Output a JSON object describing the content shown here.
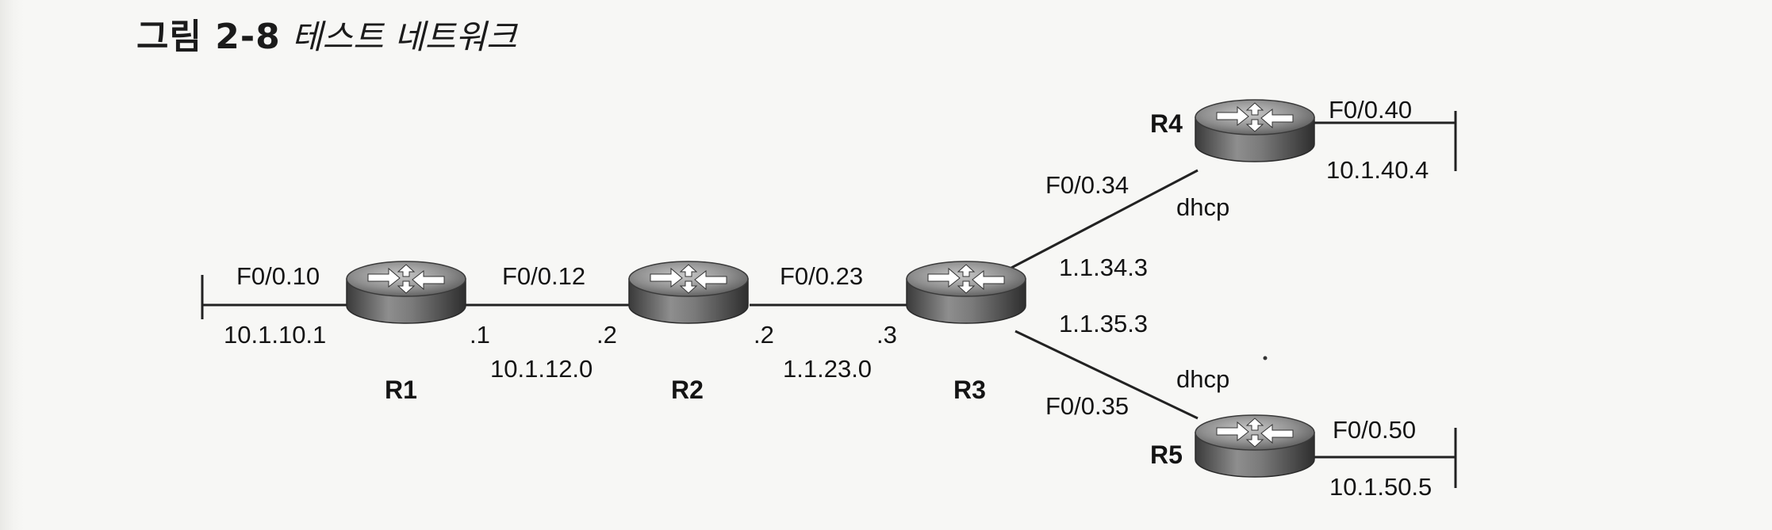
{
  "figure": {
    "number": "그림 2-8",
    "title": "테스트 네트워크"
  },
  "routers": {
    "r1": {
      "name": "R1",
      "if_outer": "F0/0.10",
      "net_outer": "10.1.10.1",
      "host_right": ".1"
    },
    "r2": {
      "name": "R2",
      "host_left": ".2",
      "host_right": ".2"
    },
    "r3": {
      "name": "R3",
      "host_left": ".3"
    },
    "r4": {
      "name": "R4",
      "if_outer": "F0/0.40",
      "net_outer": "10.1.40.4"
    },
    "r5": {
      "name": "R5",
      "if_outer": "F0/0.50",
      "net_outer": "10.1.50.5"
    }
  },
  "links": {
    "r1_r2": {
      "interface": "F0/0.12",
      "network": "10.1.12.0"
    },
    "r2_r3": {
      "interface": "F0/0.23",
      "network": "1.1.23.0"
    },
    "r3_r4": {
      "interface": "F0/0.34",
      "address": "1.1.34.3",
      "r4_side": "dhcp"
    },
    "r3_r5": {
      "interface": "F0/0.35",
      "address": "1.1.35.3",
      "r5_side": "dhcp"
    }
  }
}
